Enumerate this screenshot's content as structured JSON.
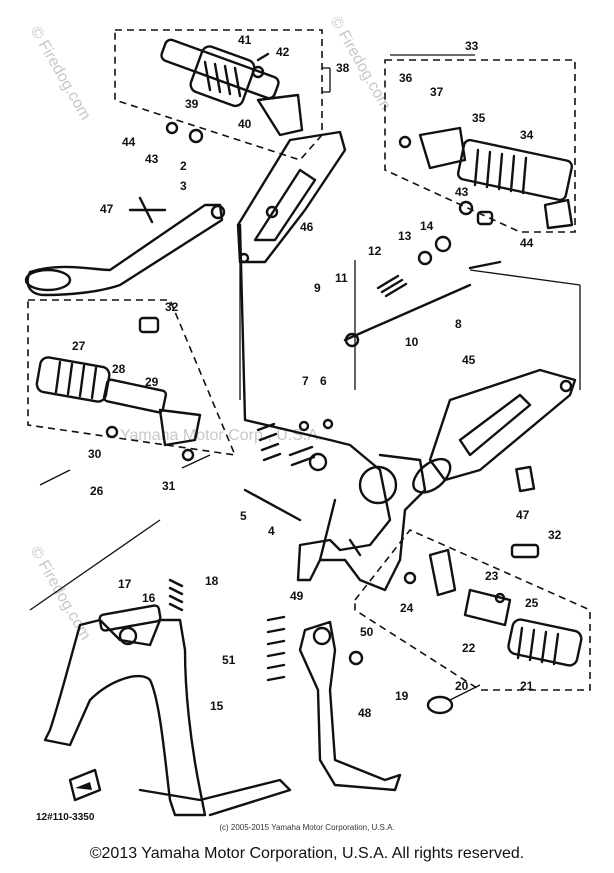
{
  "diagram": {
    "part_labels": [
      "2",
      "3",
      "4",
      "5",
      "6",
      "7",
      "8",
      "9",
      "10",
      "11",
      "12",
      "13",
      "14",
      "15",
      "16",
      "17",
      "18",
      "19",
      "20",
      "21",
      "22",
      "23",
      "24",
      "25",
      "26",
      "27",
      "28",
      "29",
      "30",
      "31",
      "32",
      "32",
      "33",
      "34",
      "35",
      "36",
      "37",
      "38",
      "39",
      "40",
      "41",
      "42",
      "43",
      "43",
      "44",
      "44",
      "45",
      "46",
      "47",
      "47",
      "48",
      "49",
      "50",
      "51"
    ],
    "drawing_number": "12#110-3350",
    "watermark_text": "© Firedog.com",
    "faint_watermark": "Yamaha Motor Corp., U.S.A."
  },
  "footer": {
    "small_copyright": "(c) 2005-2015 Yamaha Motor Corporation, U.S.A.",
    "main_copyright": "©2013 Yamaha Motor Corporation, U.S.A. All rights reserved."
  }
}
